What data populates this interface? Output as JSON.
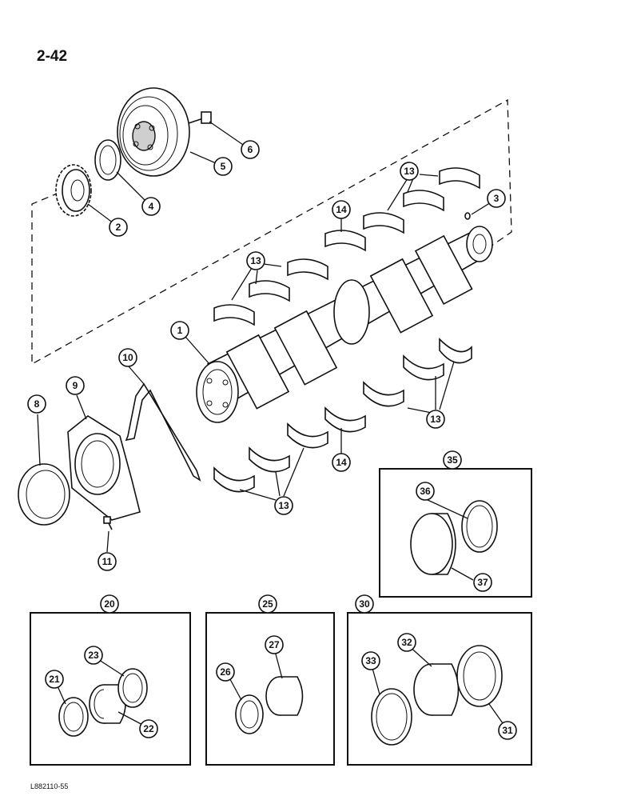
{
  "page": {
    "number": "2-42",
    "code": "L882110-55"
  },
  "callouts": [
    {
      "id": "c1",
      "label": "1"
    },
    {
      "id": "c2",
      "label": "2"
    },
    {
      "id": "c3",
      "label": "3"
    },
    {
      "id": "c4",
      "label": "4"
    },
    {
      "id": "c5",
      "label": "5"
    },
    {
      "id": "c6",
      "label": "6"
    },
    {
      "id": "c8",
      "label": "8"
    },
    {
      "id": "c9",
      "label": "9"
    },
    {
      "id": "c10",
      "label": "10"
    },
    {
      "id": "c11",
      "label": "11"
    },
    {
      "id": "c13a",
      "label": "13"
    },
    {
      "id": "c13b",
      "label": "13"
    },
    {
      "id": "c13c",
      "label": "13"
    },
    {
      "id": "c13d",
      "label": "13"
    },
    {
      "id": "c14a",
      "label": "14"
    },
    {
      "id": "c14b",
      "label": "14"
    },
    {
      "id": "c20",
      "label": "20"
    },
    {
      "id": "c21",
      "label": "21"
    },
    {
      "id": "c22",
      "label": "22"
    },
    {
      "id": "c23",
      "label": "23"
    },
    {
      "id": "c25",
      "label": "25"
    },
    {
      "id": "c26",
      "label": "26"
    },
    {
      "id": "c27",
      "label": "27"
    },
    {
      "id": "c30",
      "label": "30"
    },
    {
      "id": "c31",
      "label": "31"
    },
    {
      "id": "c32",
      "label": "32"
    },
    {
      "id": "c33",
      "label": "33"
    },
    {
      "id": "c35",
      "label": "35"
    },
    {
      "id": "c36",
      "label": "36"
    },
    {
      "id": "c37",
      "label": "37"
    }
  ]
}
